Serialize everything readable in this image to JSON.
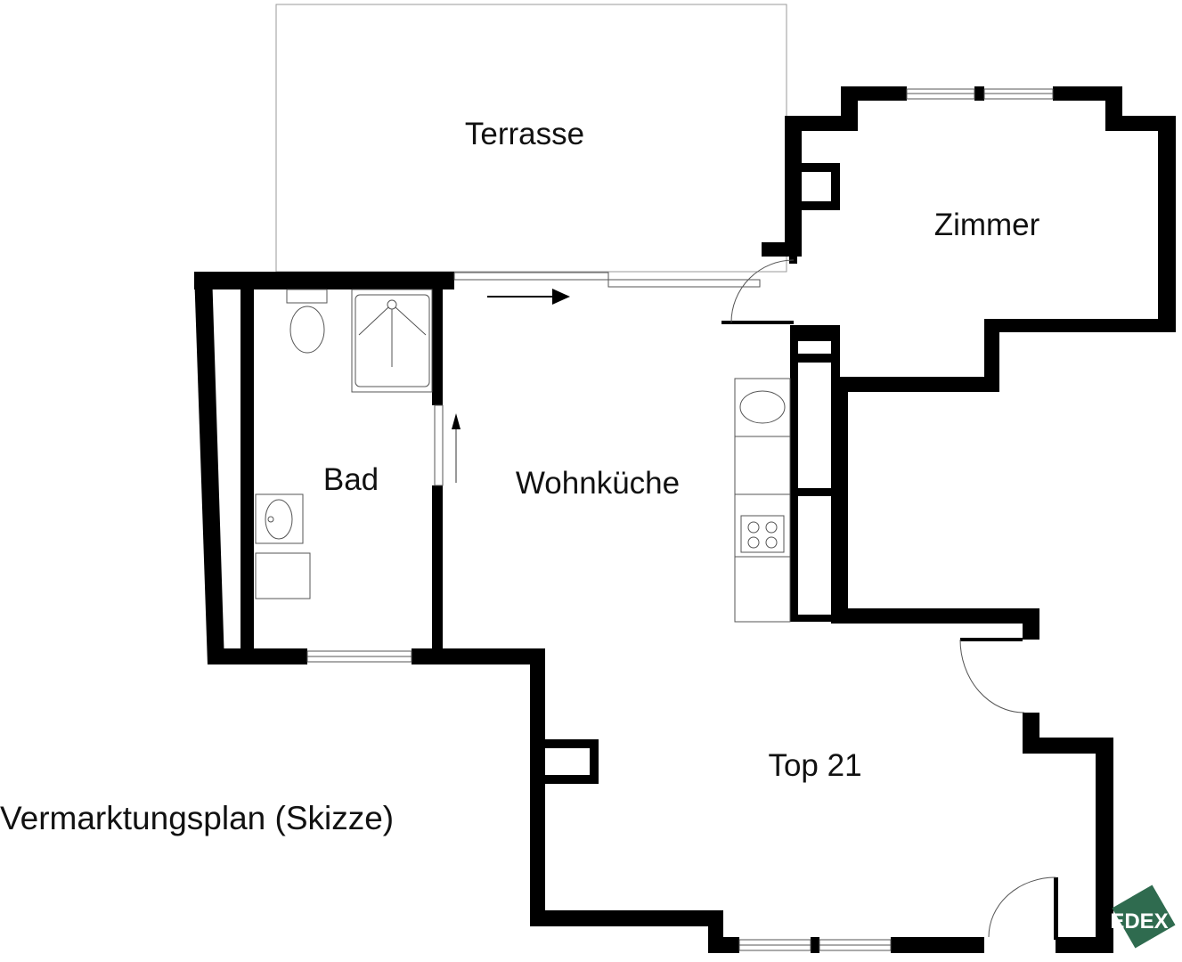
{
  "rooms": {
    "terrasse": "Terrasse",
    "zimmer": "Zimmer",
    "bad": "Bad",
    "wohnkueche": "Wohnküche",
    "top": "Top 21"
  },
  "caption": "Vermarktungsplan (Skizze)",
  "logo": {
    "text": "EDEX",
    "color": "#2f6b4f"
  }
}
